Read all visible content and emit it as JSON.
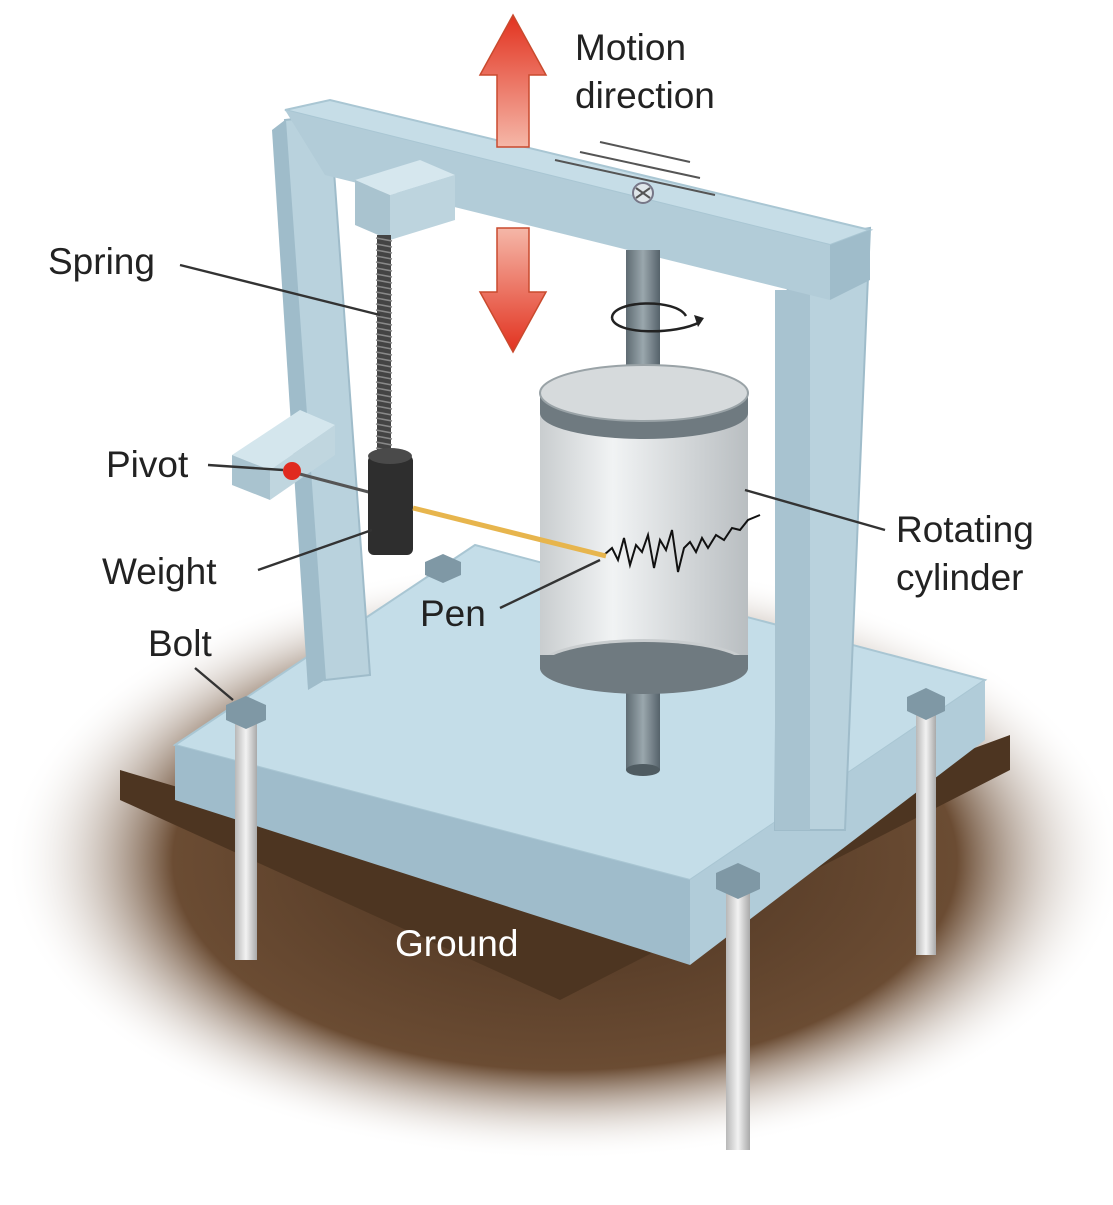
{
  "labels": {
    "motion_direction_line1": "Motion",
    "motion_direction_line2": "direction",
    "spring": "Spring",
    "pivot": "Pivot",
    "weight": "Weight",
    "pen": "Pen",
    "bolt": "Bolt",
    "rotating_cylinder_line1": "Rotating",
    "rotating_cylinder_line2": "cylinder",
    "ground": "Ground"
  },
  "colors": {
    "frame": "#b9d2dd",
    "frame_shade": "#9fbcca",
    "base_plate": "#c4dde8",
    "ground": "#5b3f27",
    "arrow": "#e8513a",
    "cylinder": "#dfe3e5",
    "weight": "#2e2e2e",
    "pen": "#e7b54d",
    "pivot": "#e02a1f"
  }
}
